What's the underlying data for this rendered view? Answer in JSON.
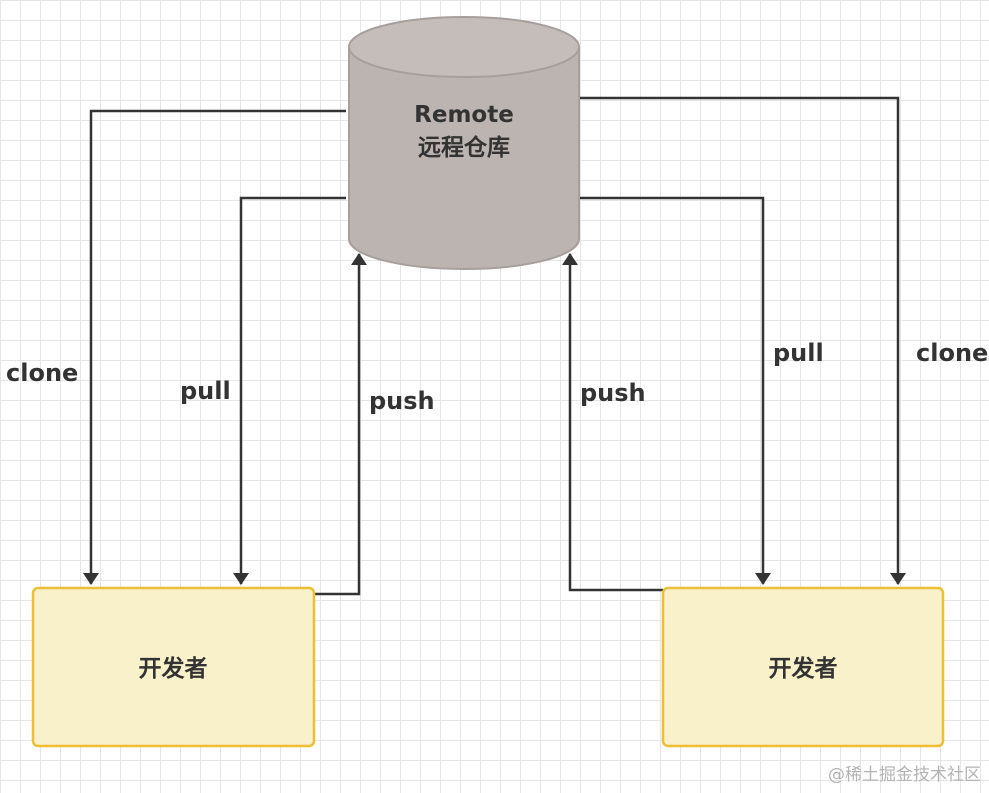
{
  "colors": {
    "cylinder_fill": "#bcb4b1",
    "cylinder_top": "#c4bdba",
    "cylinder_stroke": "#a79f9c",
    "node_fill": "#f8f1c9",
    "node_stroke": "#efbe35",
    "edge": "#333333",
    "text": "#333333"
  },
  "remote": {
    "title": "Remote",
    "subtitle": "远程仓库"
  },
  "developers": [
    {
      "label": "开发者"
    },
    {
      "label": "开发者"
    }
  ],
  "edges": {
    "left_clone": "clone",
    "left_pull": "pull",
    "left_push": "push",
    "right_push": "push",
    "right_pull": "pull",
    "right_clone": "clone"
  },
  "watermark": "@稀土掘金技术社区"
}
